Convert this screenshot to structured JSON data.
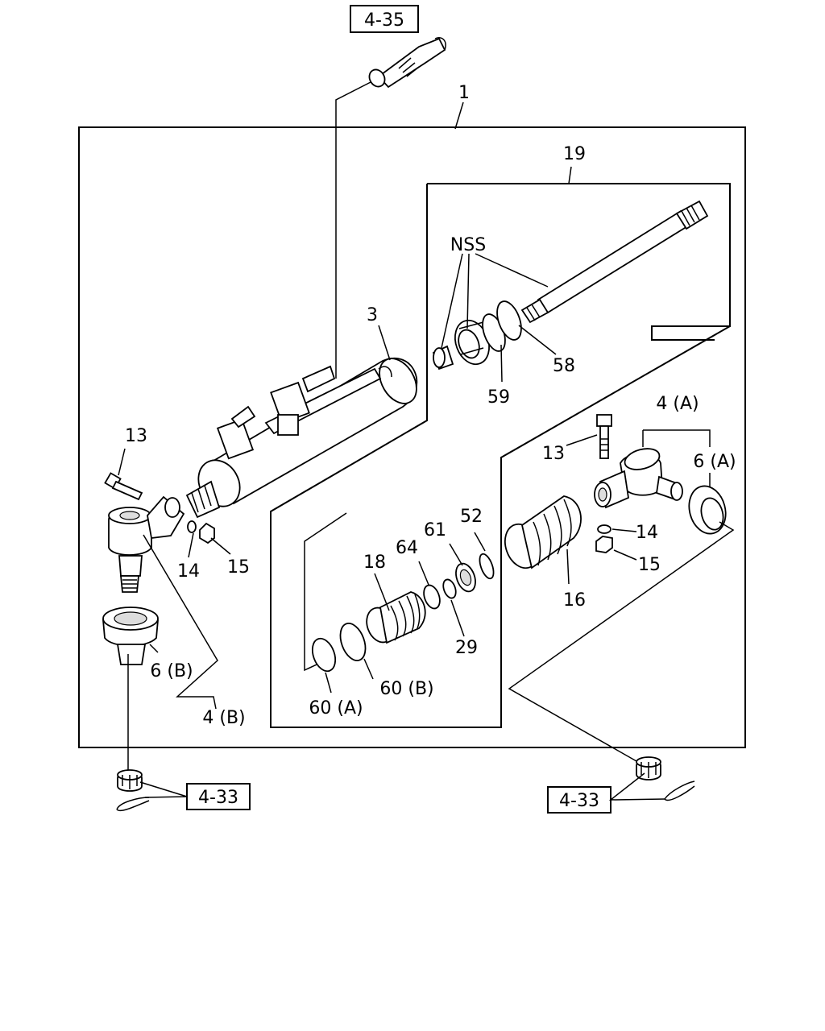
{
  "refs": {
    "top": "4-35",
    "bottom_left": "4-33",
    "bottom_right": "4-33"
  },
  "labels": {
    "assembly": "1",
    "cylinder": "3",
    "rod_assembly": "19",
    "nss": "NSS",
    "part_58": "58",
    "part_59": "59",
    "bolt_left": "13",
    "washer_left": "14",
    "nut_left": "15",
    "tie_rod_end_a": "4 (A)",
    "seat_a": "6 (A)",
    "bolt_right": "13",
    "washer_right": "14",
    "nut_right": "15",
    "part_52": "52",
    "part_61": "61",
    "part_64": "64",
    "part_18": "18",
    "part_29": "29",
    "part_16": "16",
    "ring_60a": "60 (A)",
    "ring_60b": "60 (B)",
    "seat_b": "6 (B)",
    "tie_rod_end_b": "4 (B)"
  }
}
